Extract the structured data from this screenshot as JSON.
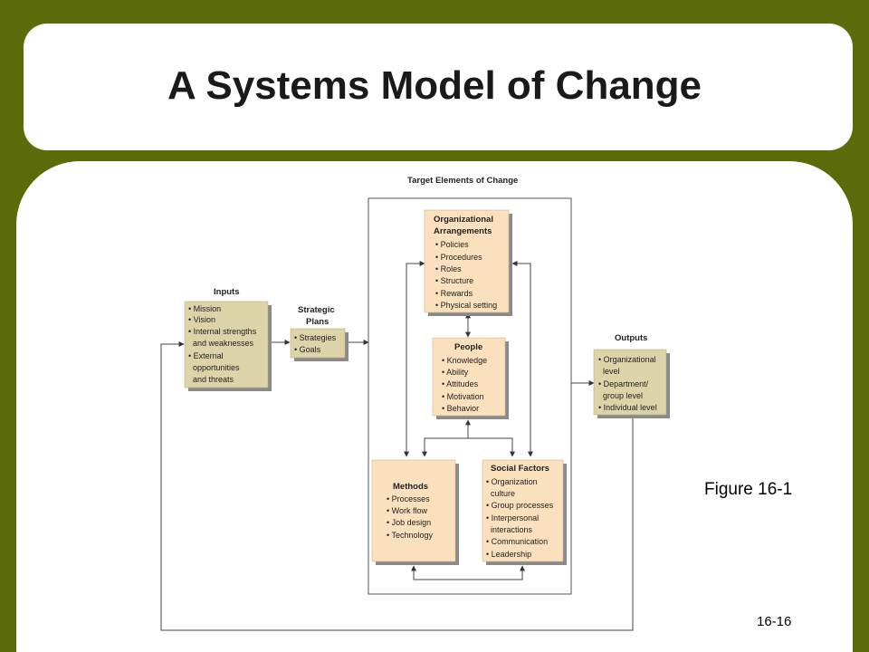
{
  "slide": {
    "title": "A Systems Model of Change",
    "figure_label": "Figure 16-1",
    "slide_number": "16-16"
  },
  "colors": {
    "background": "#5c6b0a",
    "panel": "#ffffff",
    "input_box": "#dcd3a8",
    "element_box": "#fbe0bd",
    "shadow": "#8a8a8a"
  },
  "diagram": {
    "target_title": "Target Elements of Change",
    "inputs": {
      "heading": "Inputs",
      "items": [
        "• Mission",
        "• Vision",
        "• Internal strengths",
        "  and weaknesses",
        "• External",
        "  opportunities",
        "  and threats"
      ]
    },
    "strategic_plans": {
      "heading_lines": [
        "Strategic",
        "Plans"
      ],
      "items": [
        "• Strategies",
        "• Goals"
      ]
    },
    "organizational_arrangements": {
      "heading_lines": [
        "Organizational",
        "Arrangements"
      ],
      "items": [
        "• Policies",
        "• Procedures",
        "• Roles",
        "• Structure",
        "• Rewards",
        "• Physical setting"
      ]
    },
    "people": {
      "heading": "People",
      "items": [
        "• Knowledge",
        "• Ability",
        "• Attitudes",
        "• Motivation",
        "• Behavior"
      ]
    },
    "methods": {
      "heading": "Methods",
      "items": [
        "• Processes",
        "• Work flow",
        "• Job design",
        "• Technology"
      ]
    },
    "social_factors": {
      "heading": "Social Factors",
      "items": [
        "• Organization",
        "  culture",
        "• Group processes",
        "• Interpersonal",
        "  interactions",
        "• Communication",
        "• Leadership"
      ]
    },
    "outputs": {
      "heading": "Outputs",
      "items": [
        "• Organizational",
        "  level",
        "• Department/",
        "  group level",
        "• Individual level"
      ]
    }
  }
}
